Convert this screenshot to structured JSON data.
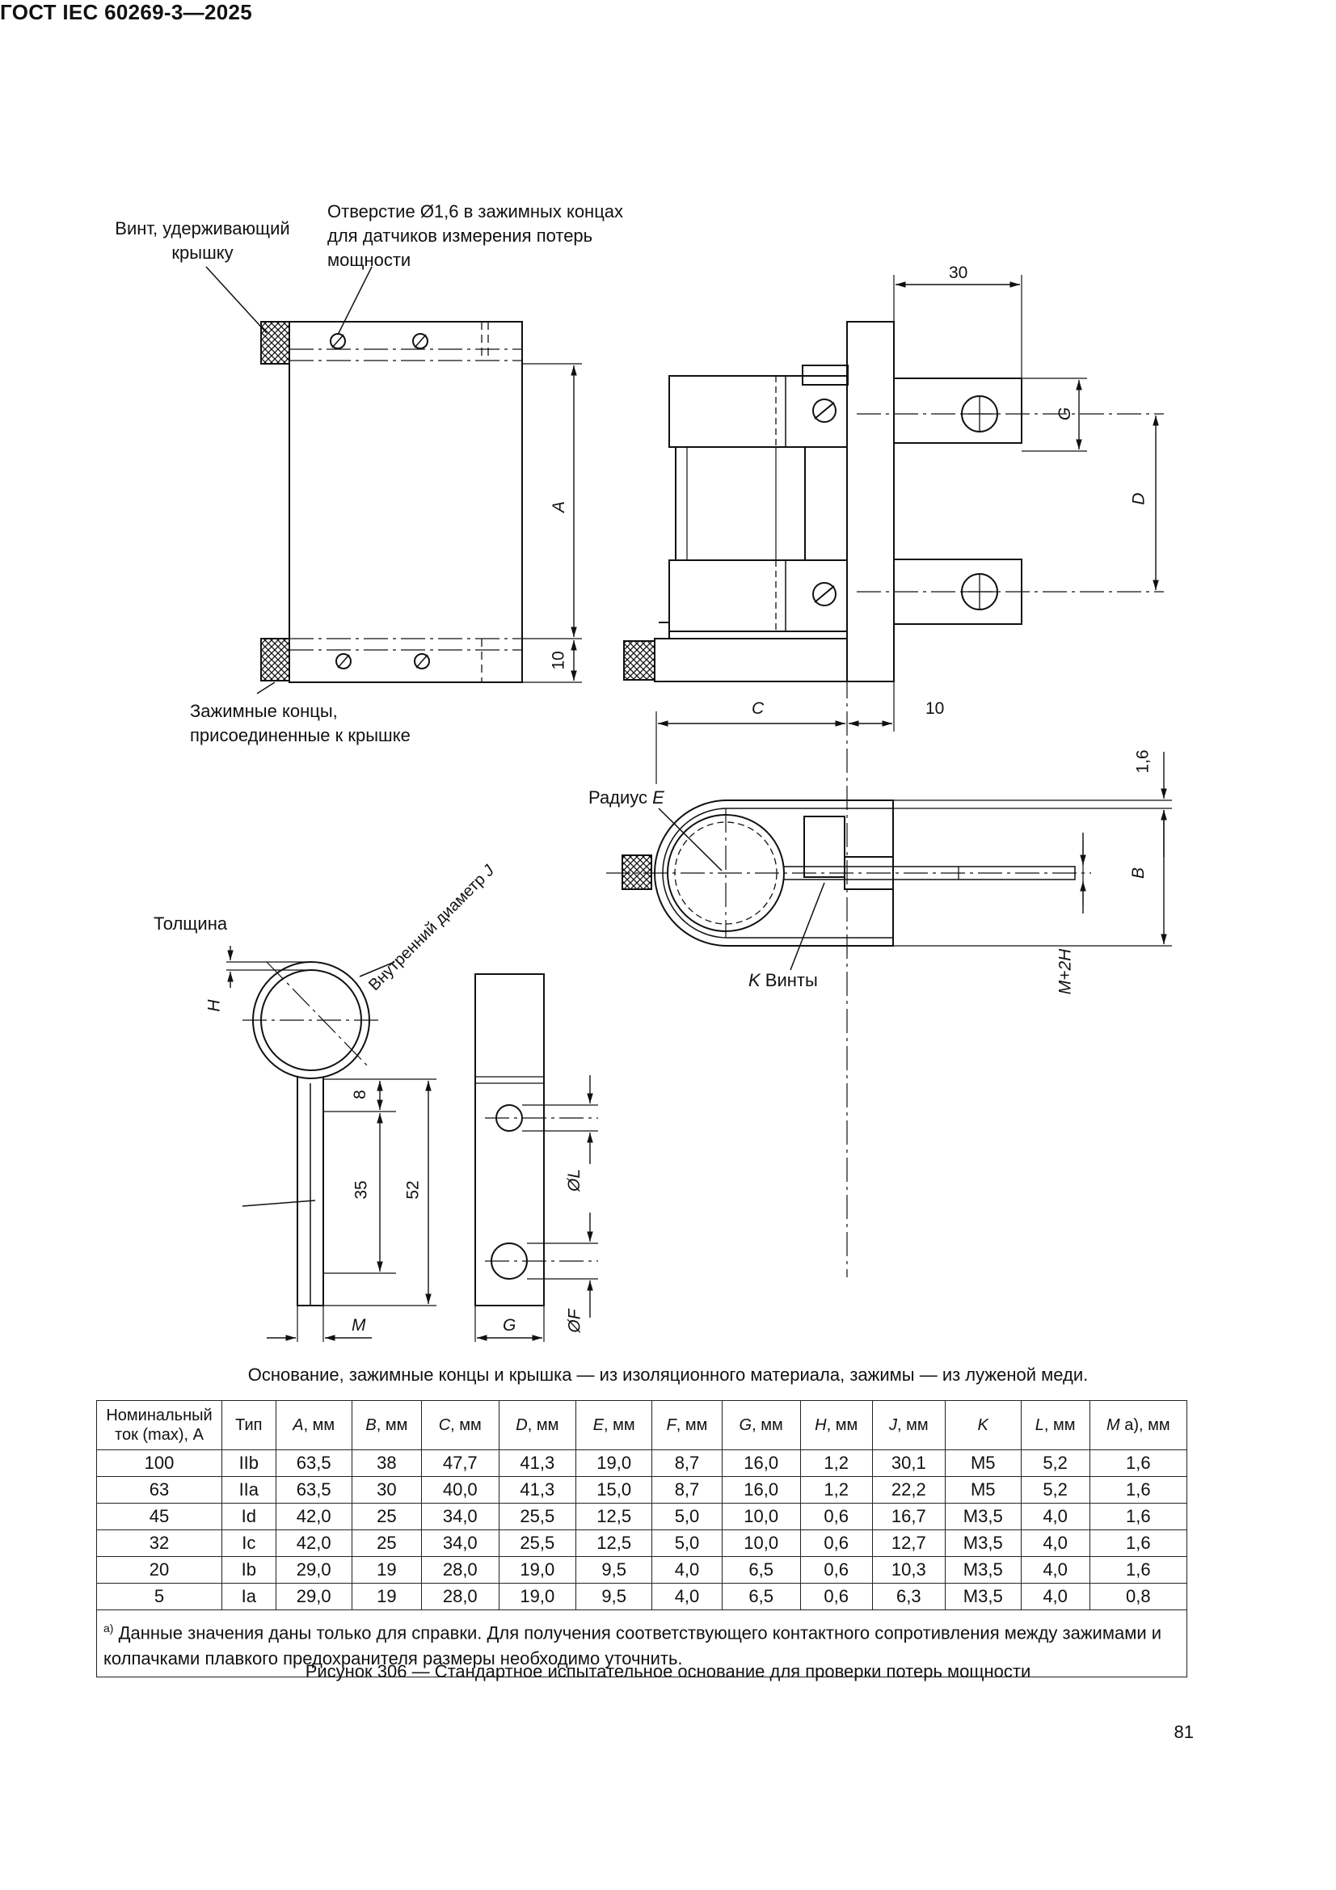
{
  "header": {
    "standard": "ГОСТ IEC 60269-3—2025"
  },
  "labels": {
    "screw_cover": "Винт, удерживающий крышку",
    "hole_note": "Отверстие Ø1,6 в зажимных концах для датчиков измерения потерь мощности",
    "clamp_ends": "Зажимные концы, присоединенные к крышке",
    "radius": "Радиус ",
    "radius_sym": "E",
    "screws_sym": "K",
    "screws": " Винты",
    "thickness": "Толщина",
    "inner_diam": "Внутренний диаметр ",
    "inner_diam_sym": "J"
  },
  "dims": {
    "d30": "30",
    "dG": "G",
    "dD": "D",
    "dA": "A",
    "d10v": "10",
    "dC": "C",
    "d10h": "10",
    "d16": "1,6",
    "dB": "B",
    "dMH": "M+2H",
    "dH": "H",
    "d8": "8",
    "d35": "35",
    "d52": "52",
    "dL": "ØL",
    "dF": "ØF",
    "dM": "M",
    "dG2": "G"
  },
  "material_caption": "Основание, зажимные концы и крышка — из изоляционного материала, зажимы — из луженой меди.",
  "table": {
    "headers": [
      {
        "pre": "Номинальный ток (max), А",
        "sym": "",
        "post": ""
      },
      {
        "pre": "Тип",
        "sym": "",
        "post": ""
      },
      {
        "pre": "",
        "sym": "A",
        "post": ", мм"
      },
      {
        "pre": "",
        "sym": "B",
        "post": ", мм"
      },
      {
        "pre": "",
        "sym": "C",
        "post": ", мм"
      },
      {
        "pre": "",
        "sym": "D",
        "post": ", мм"
      },
      {
        "pre": "",
        "sym": "E",
        "post": ", мм"
      },
      {
        "pre": "",
        "sym": "F",
        "post": ", мм"
      },
      {
        "pre": "",
        "sym": "G",
        "post": ", мм"
      },
      {
        "pre": "",
        "sym": "H",
        "post": ", мм"
      },
      {
        "pre": "",
        "sym": "J",
        "post": ", мм"
      },
      {
        "pre": "",
        "sym": "K",
        "post": ""
      },
      {
        "pre": "",
        "sym": "L",
        "post": ", мм"
      },
      {
        "pre": "",
        "sym": "M",
        "post": " а), мм"
      }
    ],
    "rows": [
      [
        "100",
        "IIb",
        "63,5",
        "38",
        "47,7",
        "41,3",
        "19,0",
        "8,7",
        "16,0",
        "1,2",
        "30,1",
        "M5",
        "5,2",
        "1,6"
      ],
      [
        "63",
        "IIa",
        "63,5",
        "30",
        "40,0",
        "41,3",
        "15,0",
        "8,7",
        "16,0",
        "1,2",
        "22,2",
        "M5",
        "5,2",
        "1,6"
      ],
      [
        "45",
        "Id",
        "42,0",
        "25",
        "34,0",
        "25,5",
        "12,5",
        "5,0",
        "10,0",
        "0,6",
        "16,7",
        "M3,5",
        "4,0",
        "1,6"
      ],
      [
        "32",
        "Ic",
        "42,0",
        "25",
        "34,0",
        "25,5",
        "12,5",
        "5,0",
        "10,0",
        "0,6",
        "12,7",
        "M3,5",
        "4,0",
        "1,6"
      ],
      [
        "20",
        "Ib",
        "29,0",
        "19",
        "28,0",
        "19,0",
        "9,5",
        "4,0",
        "6,5",
        "0,6",
        "10,3",
        "M3,5",
        "4,0",
        "1,6"
      ],
      [
        "5",
        "Ia",
        "29,0",
        "19",
        "28,0",
        "19,0",
        "9,5",
        "4,0",
        "6,5",
        "0,6",
        "6,3",
        "M3,5",
        "4,0",
        "0,8"
      ]
    ],
    "footnote_mark": "а)",
    "footnote": " Данные значения даны только для справки. Для получения соответствующего контактного сопротивления между зажимами и колпачками плавкого предохранителя размеры необходимо уточнить."
  },
  "figure_caption": "Рисунок 306 — Стандартное испытательное основание для проверки потерь мощности",
  "page_number": "81"
}
